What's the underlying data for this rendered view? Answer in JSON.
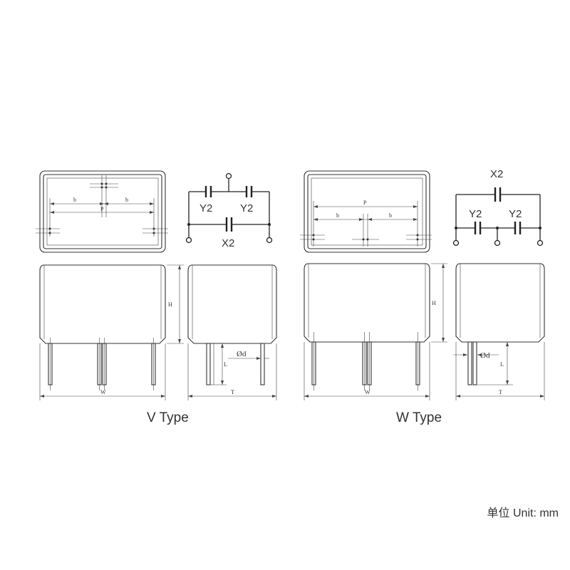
{
  "v_type": {
    "caption": "V Type",
    "top_view": {
      "pitch_label": "P",
      "half_pitch_left": "b",
      "half_pitch_right": "b"
    },
    "circuit": {
      "cap_left": "Y2",
      "cap_right": "Y2",
      "cap_bottom": "X2"
    },
    "front_view": {
      "height_label": "H",
      "width_label": "W"
    },
    "side_view": {
      "diameter_label": "Ød",
      "lead_length_label": "L",
      "thickness_label": "T"
    }
  },
  "w_type": {
    "caption": "W Type",
    "top_view": {
      "pitch_label": "P",
      "half_pitch_left": "b",
      "half_pitch_right": "b"
    },
    "circuit": {
      "cap_top": "X2",
      "cap_left": "Y2",
      "cap_right": "Y2"
    },
    "front_view": {
      "height_label": "H",
      "width_label": "W"
    },
    "side_view": {
      "diameter_label": "Ød",
      "lead_length_label": "L",
      "thickness_label": "T"
    }
  },
  "unit_note": "单位 Unit: mm"
}
